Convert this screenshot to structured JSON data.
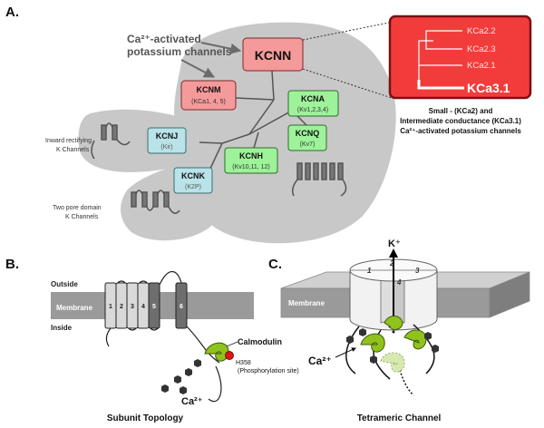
{
  "panels": {
    "a": "A.",
    "b": "B.",
    "c": "C."
  },
  "tree": {
    "callout": [
      "Ca²⁺-activated",
      "potassium channels"
    ],
    "families": {
      "kcnn": "KCNN",
      "kcnm": {
        "name": "KCNM",
        "sub": "(KCa1, 4, 5)"
      },
      "kcna": {
        "name": "KCNA",
        "sub": "(Kv1,2,3,4)"
      },
      "kcnj": {
        "name": "KCNJ",
        "sub": "(Kir)"
      },
      "kcnq": {
        "name": "KCNQ",
        "sub": "(Kv7)"
      },
      "kcnh": {
        "name": "KCNH",
        "sub": "(Kv10,11, 12)"
      },
      "kcnk": {
        "name": "KCNK",
        "sub": "(K2P)"
      }
    },
    "labels": {
      "inward": [
        "Inward rectifying",
        "K Channels"
      ],
      "two_pore": [
        "Two pore domain",
        "K Channels"
      ]
    },
    "inset": {
      "leaves": [
        "KCa2.2",
        "KCa2.3",
        "KCa2.1"
      ],
      "highlight": "KCa3.1",
      "caption": [
        "Small - (KCa2) and",
        "Intermediate conductance (KCa3.1)",
        "Ca²⁺-activated potassium channels"
      ]
    }
  },
  "topology": {
    "outside": "Outside",
    "inside": "Inside",
    "membrane": "Membrane",
    "segments": [
      "1",
      "2",
      "3",
      "4",
      "5",
      "6"
    ],
    "calmodulin": "Calmodulin",
    "site": "H358",
    "site_note": "(Phosphorylation site)",
    "ion": "Ca²⁺",
    "title": "Subunit Topology"
  },
  "tetramer": {
    "ion_out": "K⁺",
    "membrane": "Membrane",
    "subunits": [
      "1",
      "2",
      "3",
      "4"
    ],
    "ion": "Ca²⁺",
    "title": "Tetrameric Channel"
  },
  "colors": {
    "blob": "#c8c8c8",
    "ca_box": "#f59a9a",
    "kv_box": "#9df29a",
    "other_box": "#b9e3e8",
    "inset_red": "#f23c3c",
    "calmodulin": "#8fc21c",
    "phospho": "#e01414",
    "membrane": "#9a9a9a"
  }
}
